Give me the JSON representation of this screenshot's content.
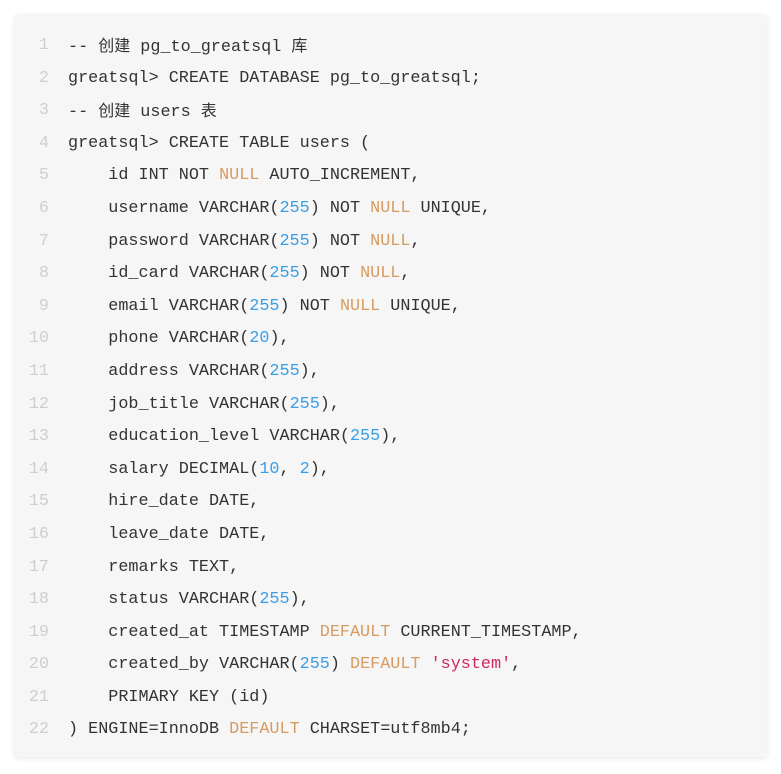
{
  "code_block": {
    "language": "sql",
    "colors": {
      "text": "#333333",
      "keyword": "#d79a60",
      "number": "#3a9ee6",
      "string": "#d0275f",
      "line_number": "#cfcfcf",
      "background": "#f6f6f6"
    },
    "lines": [
      {
        "n": "1",
        "tokens": [
          {
            "t": "-- "
          },
          {
            "t": "创建",
            "c": "cjk"
          },
          {
            "t": " pg_to_greatsql "
          },
          {
            "t": "库",
            "c": "cjk"
          }
        ]
      },
      {
        "n": "2",
        "tokens": [
          {
            "t": "greatsql> CREATE DATABASE pg_to_greatsql;"
          }
        ]
      },
      {
        "n": "3",
        "tokens": [
          {
            "t": "-- "
          },
          {
            "t": "创建",
            "c": "cjk"
          },
          {
            "t": " users "
          },
          {
            "t": "表",
            "c": "cjk"
          }
        ]
      },
      {
        "n": "4",
        "tokens": [
          {
            "t": "greatsql> CREATE TABLE users ("
          }
        ]
      },
      {
        "n": "5",
        "tokens": [
          {
            "t": "    id INT NOT "
          },
          {
            "t": "NULL",
            "c": "kw"
          },
          {
            "t": " AUTO_INCREMENT,"
          }
        ]
      },
      {
        "n": "6",
        "tokens": [
          {
            "t": "    username VARCHAR("
          },
          {
            "t": "255",
            "c": "num"
          },
          {
            "t": ") NOT "
          },
          {
            "t": "NULL",
            "c": "kw"
          },
          {
            "t": " UNIQUE,"
          }
        ]
      },
      {
        "n": "7",
        "tokens": [
          {
            "t": "    password VARCHAR("
          },
          {
            "t": "255",
            "c": "num"
          },
          {
            "t": ") NOT "
          },
          {
            "t": "NULL",
            "c": "kw"
          },
          {
            "t": ","
          }
        ]
      },
      {
        "n": "8",
        "tokens": [
          {
            "t": "    id_card VARCHAR("
          },
          {
            "t": "255",
            "c": "num"
          },
          {
            "t": ") NOT "
          },
          {
            "t": "NULL",
            "c": "kw"
          },
          {
            "t": ","
          }
        ]
      },
      {
        "n": "9",
        "tokens": [
          {
            "t": "    email VARCHAR("
          },
          {
            "t": "255",
            "c": "num"
          },
          {
            "t": ") NOT "
          },
          {
            "t": "NULL",
            "c": "kw"
          },
          {
            "t": " UNIQUE,"
          }
        ]
      },
      {
        "n": "10",
        "tokens": [
          {
            "t": "    phone VARCHAR("
          },
          {
            "t": "20",
            "c": "num"
          },
          {
            "t": "),"
          }
        ]
      },
      {
        "n": "11",
        "tokens": [
          {
            "t": "    address VARCHAR("
          },
          {
            "t": "255",
            "c": "num"
          },
          {
            "t": "),"
          }
        ]
      },
      {
        "n": "12",
        "tokens": [
          {
            "t": "    job_title VARCHAR("
          },
          {
            "t": "255",
            "c": "num"
          },
          {
            "t": "),"
          }
        ]
      },
      {
        "n": "13",
        "tokens": [
          {
            "t": "    education_level VARCHAR("
          },
          {
            "t": "255",
            "c": "num"
          },
          {
            "t": "),"
          }
        ]
      },
      {
        "n": "14",
        "tokens": [
          {
            "t": "    salary DECIMAL("
          },
          {
            "t": "10",
            "c": "num"
          },
          {
            "t": ", "
          },
          {
            "t": "2",
            "c": "num"
          },
          {
            "t": "),"
          }
        ]
      },
      {
        "n": "15",
        "tokens": [
          {
            "t": "    hire_date DATE,"
          }
        ]
      },
      {
        "n": "16",
        "tokens": [
          {
            "t": "    leave_date DATE,"
          }
        ]
      },
      {
        "n": "17",
        "tokens": [
          {
            "t": "    remarks TEXT,"
          }
        ]
      },
      {
        "n": "18",
        "tokens": [
          {
            "t": "    status VARCHAR("
          },
          {
            "t": "255",
            "c": "num"
          },
          {
            "t": "),"
          }
        ]
      },
      {
        "n": "19",
        "tokens": [
          {
            "t": "    created_at TIMESTAMP "
          },
          {
            "t": "DEFAULT",
            "c": "kw"
          },
          {
            "t": " CURRENT_TIMESTAMP,"
          }
        ]
      },
      {
        "n": "20",
        "tokens": [
          {
            "t": "    created_by VARCHAR("
          },
          {
            "t": "255",
            "c": "num"
          },
          {
            "t": ") "
          },
          {
            "t": "DEFAULT",
            "c": "kw"
          },
          {
            "t": " "
          },
          {
            "t": "'system'",
            "c": "str"
          },
          {
            "t": ","
          }
        ]
      },
      {
        "n": "21",
        "tokens": [
          {
            "t": "    PRIMARY KEY (id)"
          }
        ]
      },
      {
        "n": "22",
        "tokens": [
          {
            "t": ") ENGINE=InnoDB "
          },
          {
            "t": "DEFAULT",
            "c": "kw"
          },
          {
            "t": " CHARSET=utf8mb4;"
          }
        ]
      }
    ]
  }
}
